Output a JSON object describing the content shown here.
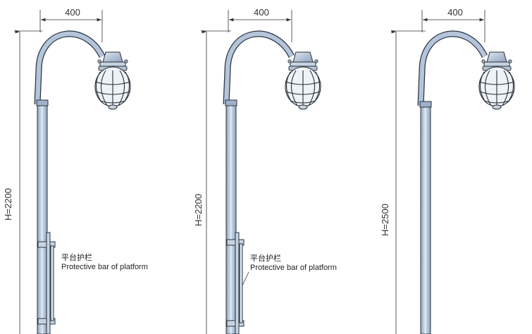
{
  "colors": {
    "pole_fill": "#aebfd6",
    "pole_stroke": "#2a3440",
    "lamp_body": "#c8d3e2",
    "guard_fill": "#e9eef5",
    "dimension_line": "#333333",
    "background": "#ffffff"
  },
  "poles": [
    {
      "id": "pole-1",
      "width_label": "400",
      "height_label": "H=2200",
      "note_cn": "平台护栏",
      "note_en": "Protective bar of platform",
      "has_platform_bar": true
    },
    {
      "id": "pole-2",
      "width_label": "400",
      "height_label": "H=2200",
      "note_cn": "平台护栏",
      "note_en": "Protective bar of platform",
      "has_platform_bar": true
    },
    {
      "id": "pole-3",
      "width_label": "400",
      "height_label": "H=2500",
      "note_cn": "",
      "note_en": "",
      "has_platform_bar": false
    }
  ]
}
